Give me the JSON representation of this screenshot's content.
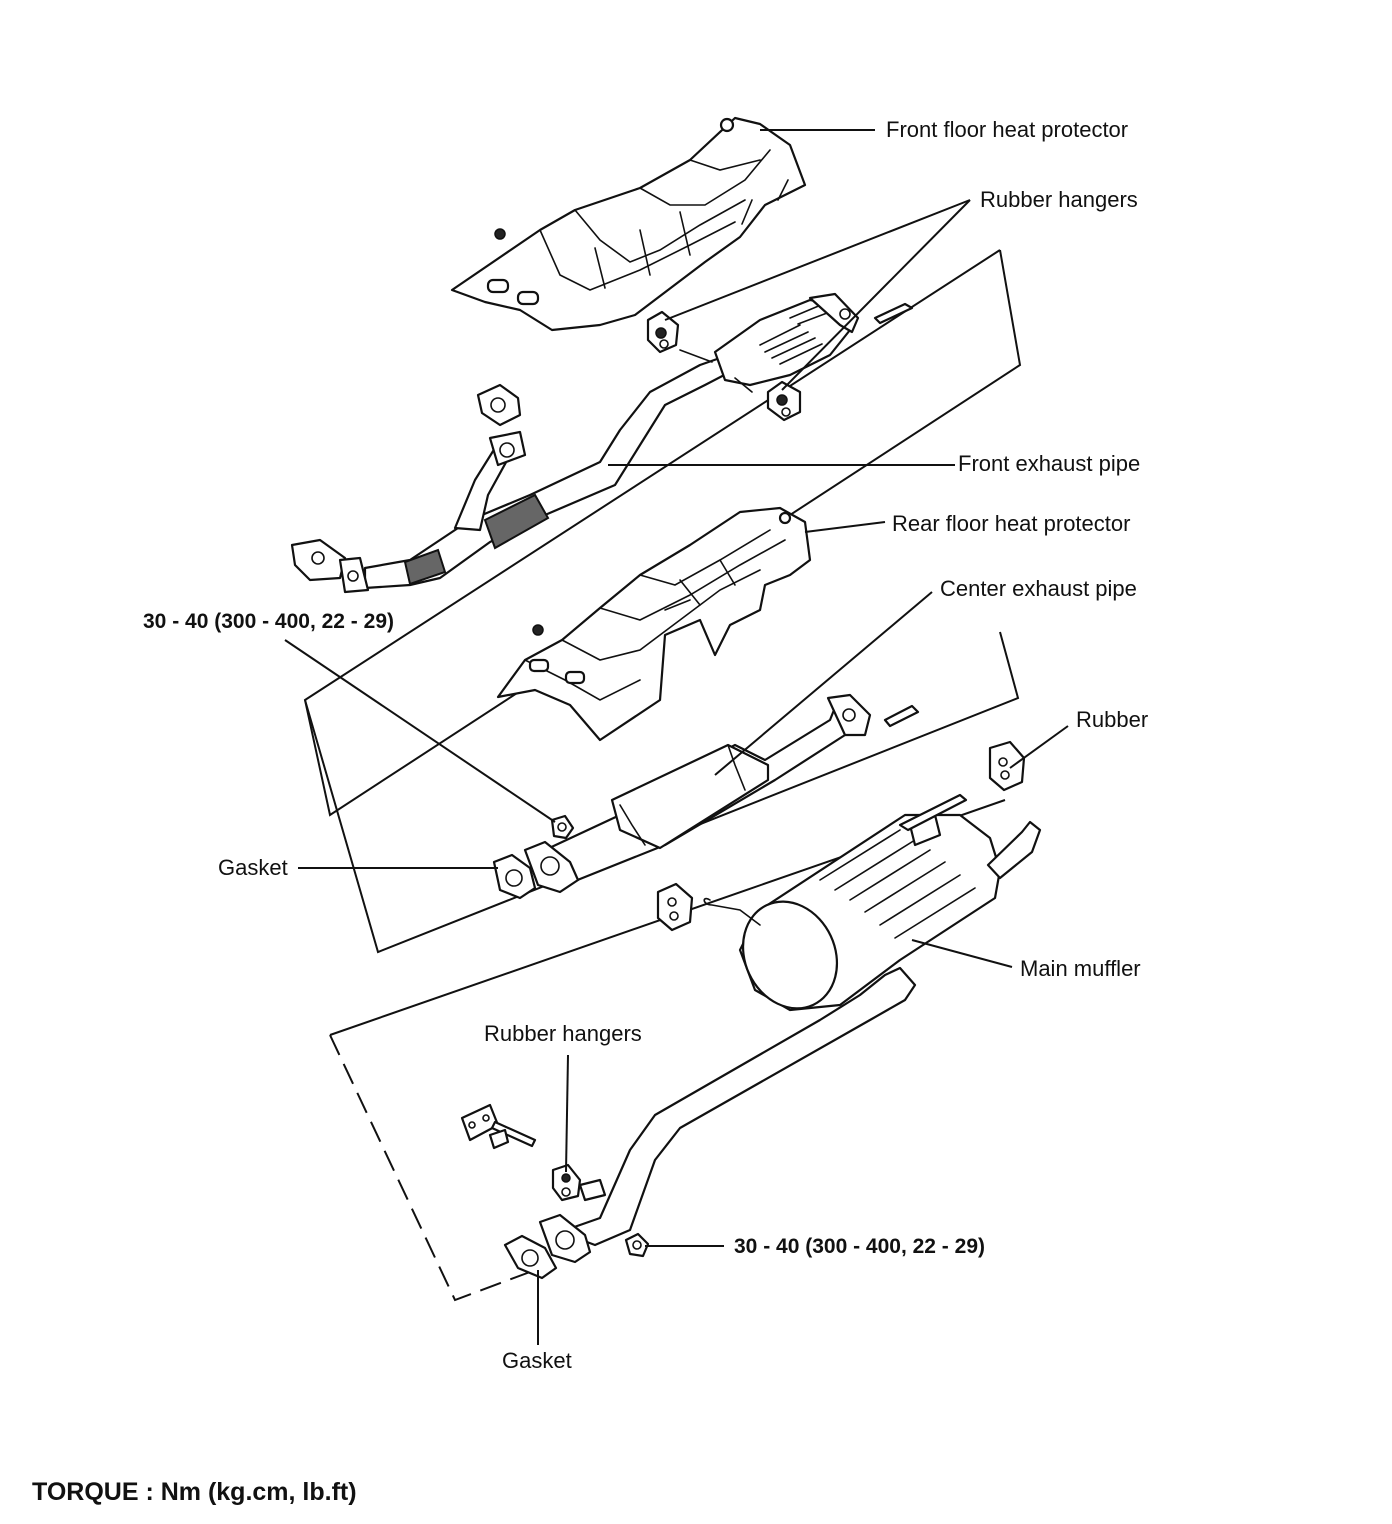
{
  "labels": {
    "front_floor_heat_protector": "Front floor heat protector",
    "rubber_hangers_top": "Rubber hangers",
    "front_exhaust_pipe": "Front exhaust pipe",
    "rear_floor_heat_protector": "Rear floor heat protector",
    "center_exhaust_pipe": "Center exhaust pipe",
    "torque_upper": "30 - 40 (300 - 400, 22 - 29)",
    "rubber": "Rubber",
    "gasket_middle": "Gasket",
    "main_muffler": "Main muffler",
    "rubber_hangers_bottom": "Rubber hangers",
    "torque_lower": "30 - 40 (300 - 400, 22 - 29)",
    "gasket_bottom": "Gasket"
  },
  "footer": {
    "torque_units": "TORQUE : Nm (kg.cm, lb.ft)"
  }
}
